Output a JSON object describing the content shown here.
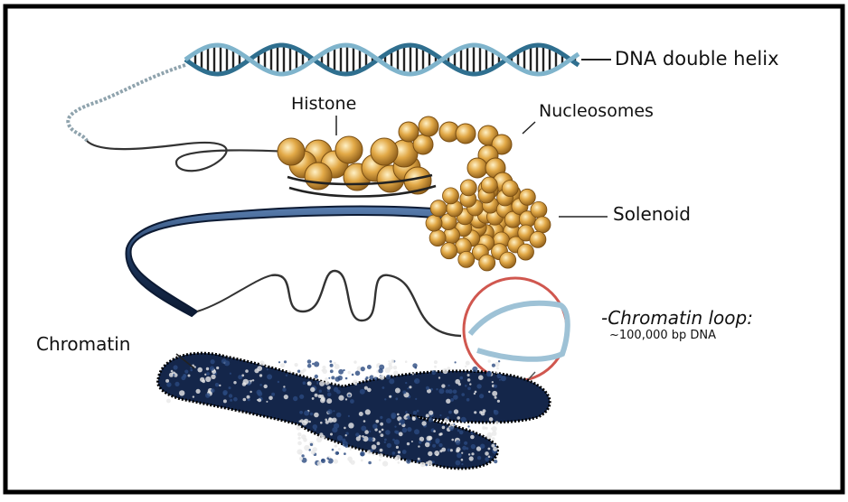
{
  "labels": {
    "dna_double_helix": "DNA double helix",
    "histone": "Histone",
    "nucleosomes": "Nucleosomes",
    "solenoid": "Solenoid",
    "chromatin_loop": "-Chromatin loop:",
    "chromatin_loop_size": "~100,000 bp DNA",
    "chromatin": "Chromatin"
  },
  "colors": {
    "helix_strand": "#2f6f8f",
    "helix_rung": "#222222",
    "histone_bead": "#e2a947",
    "solenoid_fiber": "#1b3358",
    "chromatin_body": "#14264a",
    "loop_circle": "#d0574f",
    "loop_fiber": "#9ec2d6",
    "frame": "#000000"
  }
}
